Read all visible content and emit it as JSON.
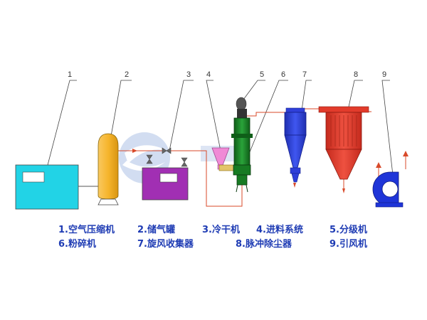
{
  "diagram": {
    "callouts": [
      "1",
      "2",
      "3",
      "4",
      "5",
      "6",
      "7",
      "8",
      "9"
    ],
    "legend": {
      "row1": [
        "1.空气压缩机",
        "2.储气罐",
        "3.冷干机",
        "4.进料系统",
        "5.分级机"
      ],
      "row2": [
        "6.粉碎机",
        "7.旋风收集器",
        "8.脉冲除尘器",
        "9.引风机"
      ]
    }
  },
  "colors": {
    "compressor": "#22d3e6",
    "tank": "#f6b52c",
    "dryer": "#a12fb3",
    "feeder": "#f08ad6",
    "mill": "#177b23",
    "cyclone": "#2f3fd9",
    "collector": "#e23b2b",
    "fan": "#1f35d8",
    "pipe": "#d84a2a",
    "legend_text": "#1f3cb4"
  }
}
